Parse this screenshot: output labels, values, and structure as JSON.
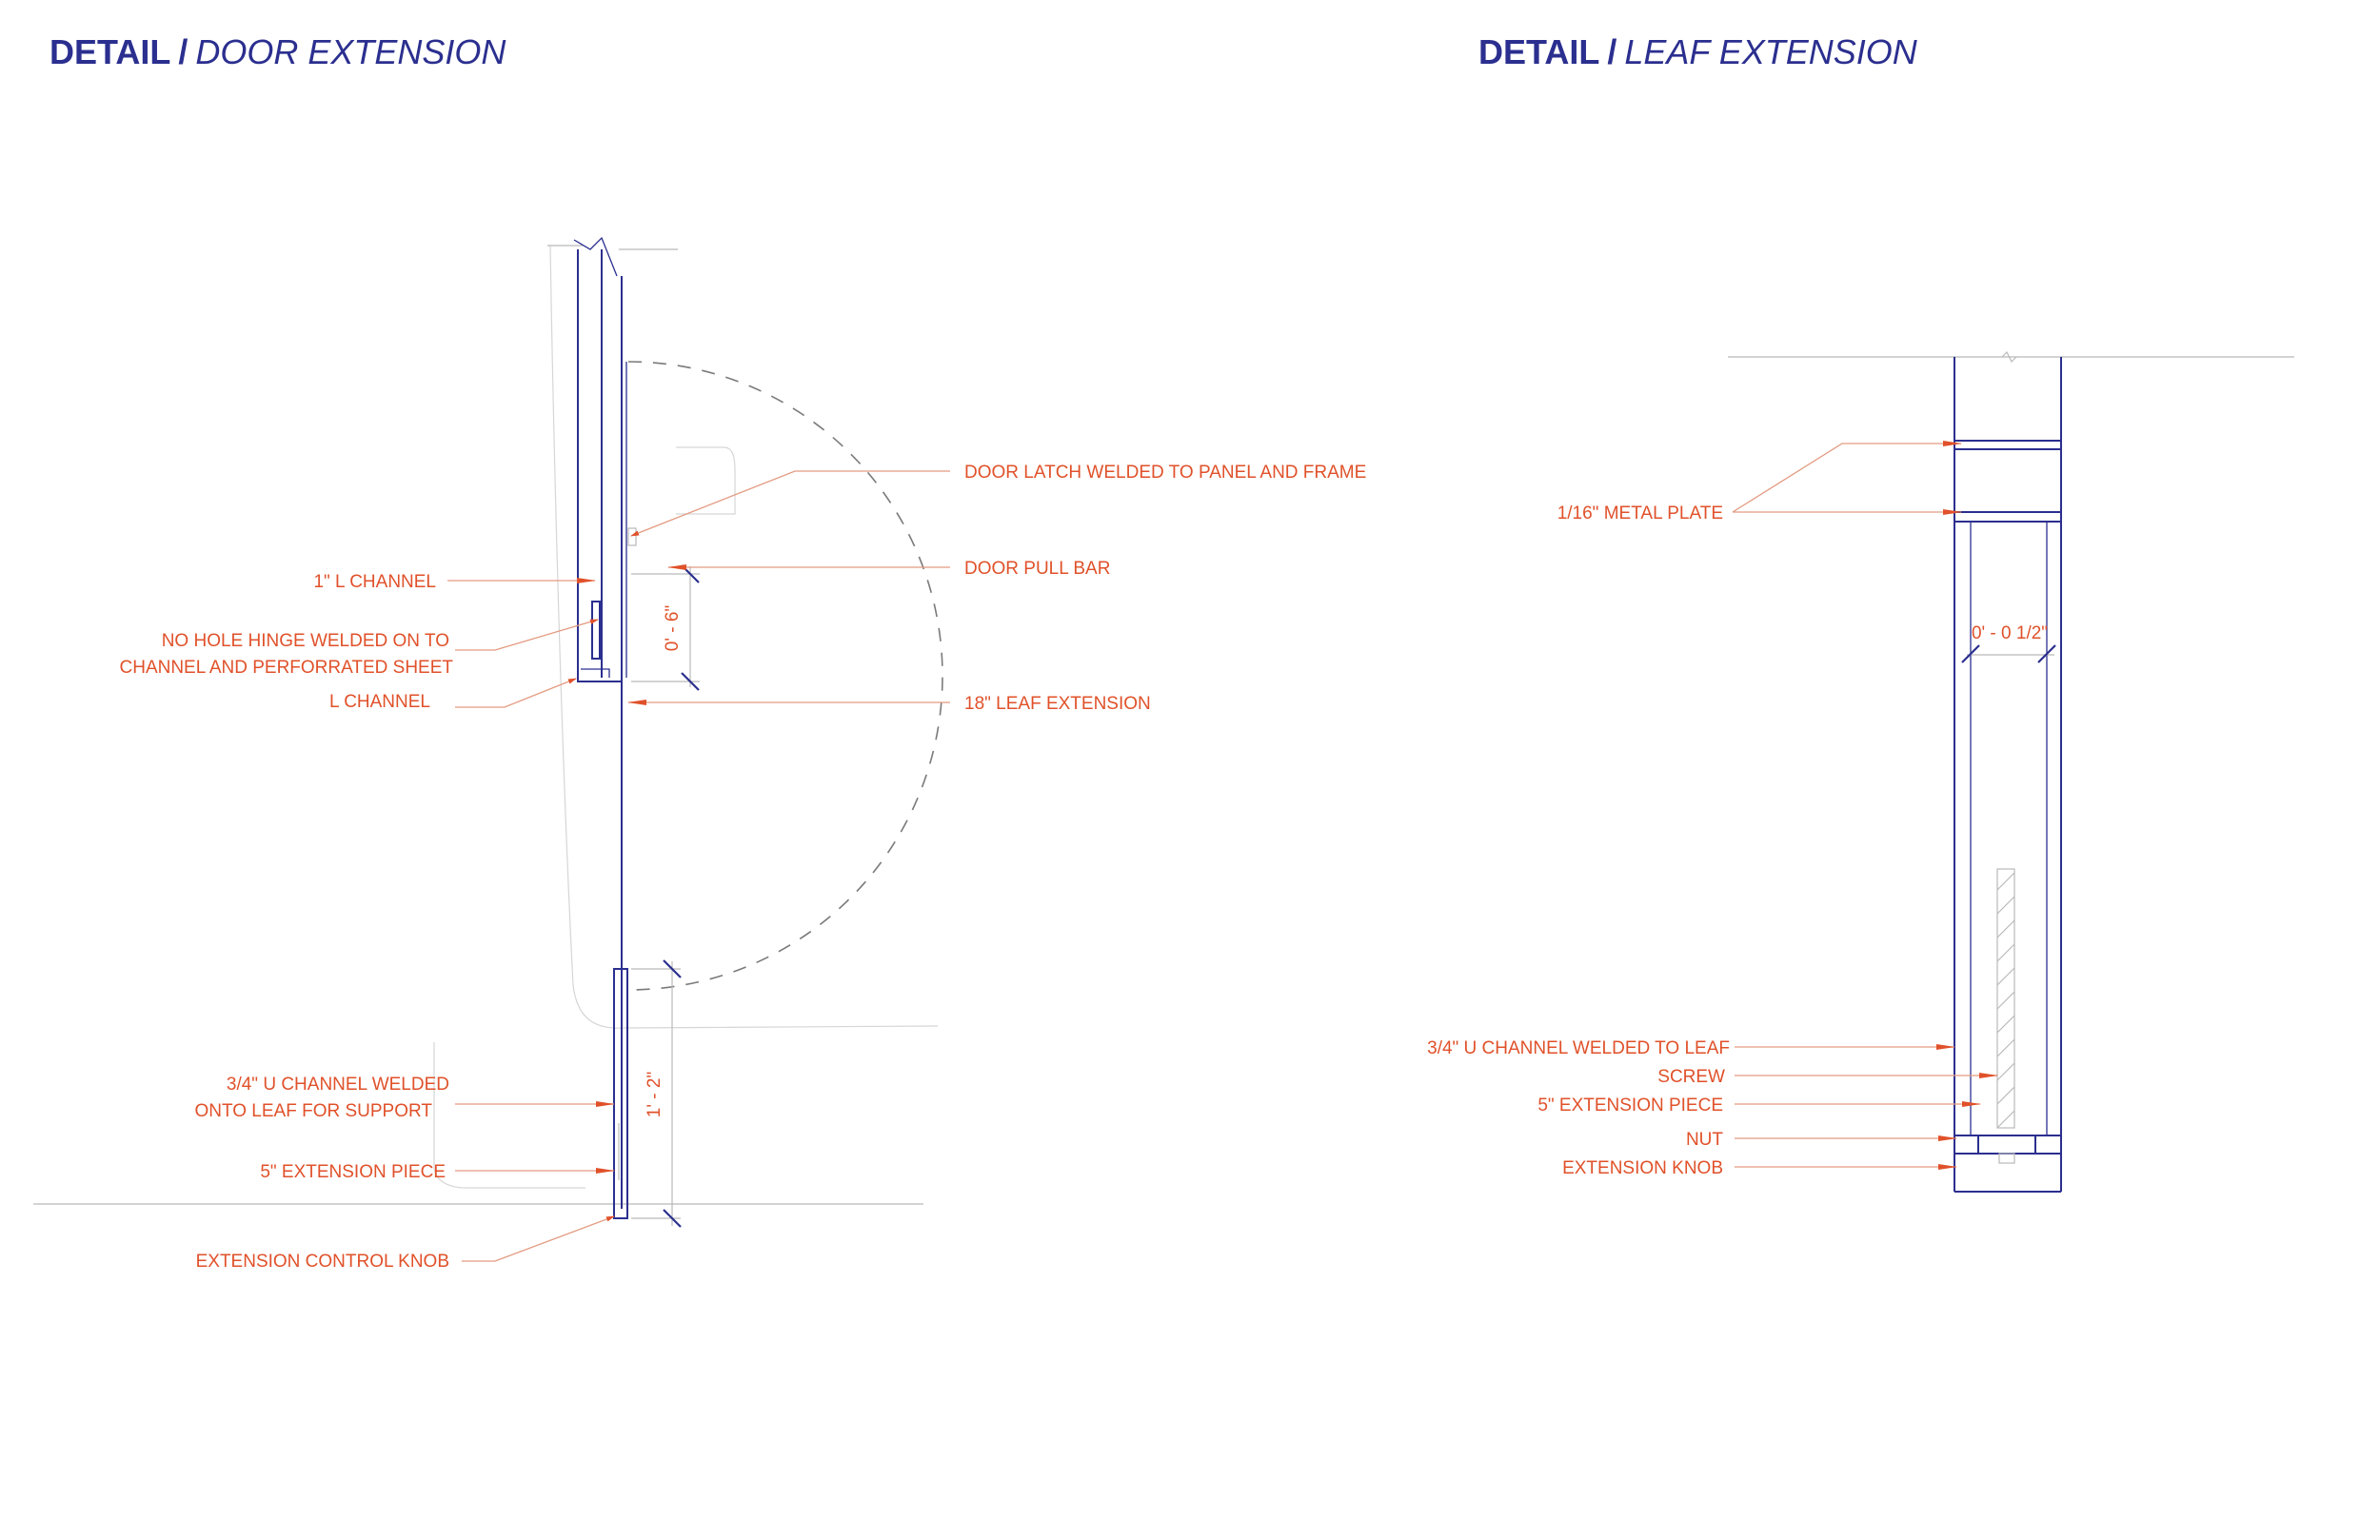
{
  "titles": {
    "left": {
      "bold": "DETAIL",
      "slash": "/",
      "italic": "DOOR EXTENSION"
    },
    "right": {
      "bold": "DETAIL",
      "slash": "/",
      "italic": "LEAF EXTENSION"
    }
  },
  "door_extension": {
    "labels": {
      "latch": "DOOR LATCH WELDED TO PANEL AND FRAME",
      "pull_bar": "DOOR PULL BAR",
      "l_channel_1in": "1\" L CHANNEL",
      "hinge_line1": "NO HOLE HINGE WELDED ON TO",
      "hinge_line2": "CHANNEL AND PERFORRATED SHEET",
      "l_channel": "L CHANNEL",
      "leaf_ext": "18\" LEAF EXTENSION",
      "u_channel_line1": "3/4\" U CHANNEL WELDED",
      "u_channel_line2": "ONTO LEAF FOR SUPPORT",
      "ext_piece": "5\" EXTENSION PIECE",
      "control_knob": "EXTENSION CONTROL KNOB"
    },
    "dimensions": {
      "d1": "0' - 6\"",
      "d2": "1' - 2\""
    }
  },
  "leaf_extension": {
    "labels": {
      "metal_plate": "1/16\" METAL PLATE",
      "u_channel": "3/4\" U CHANNEL WELDED TO LEAF",
      "screw": "SCREW",
      "ext_piece": "5\" EXTENSION PIECE",
      "nut": "NUT",
      "knob": "EXTENSION KNOB"
    },
    "dimensions": {
      "d1": "0' - 0 1/2\""
    }
  },
  "colors": {
    "title": "#2b2f8f",
    "label": "#e0512a",
    "line": "#2b2f8f"
  }
}
